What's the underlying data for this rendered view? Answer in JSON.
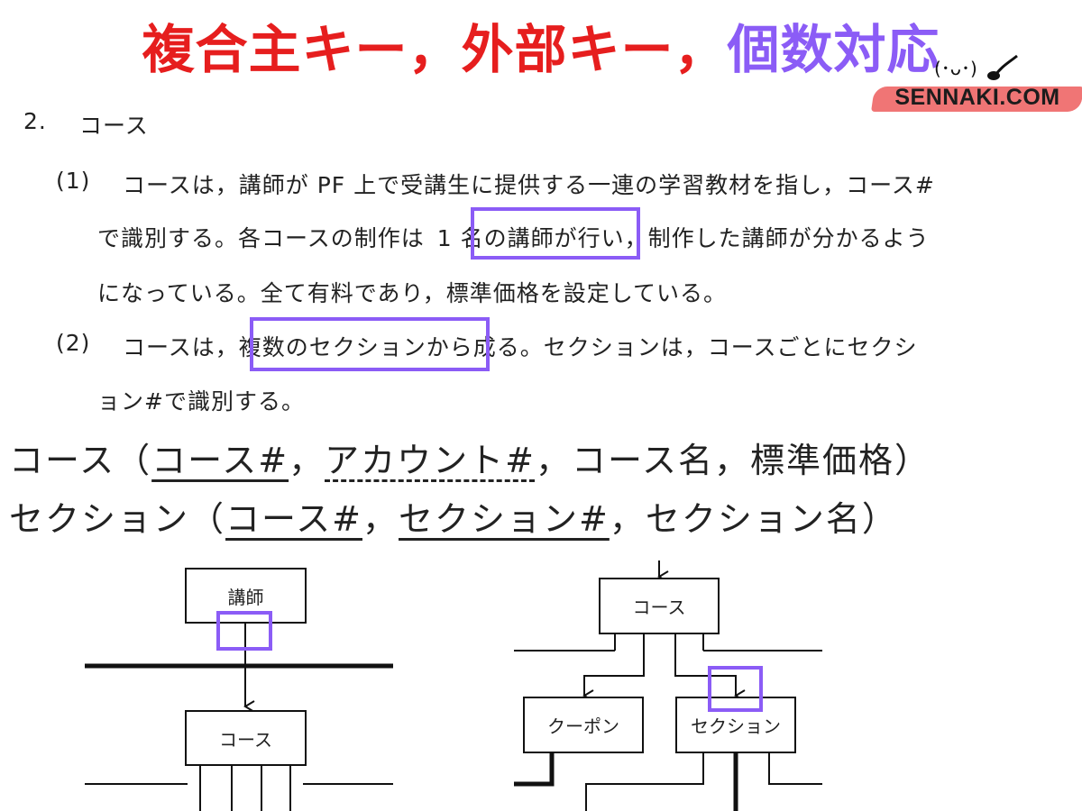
{
  "title": {
    "part1": "複合主キー，外部キー，",
    "part2": "個数対応",
    "colors": {
      "red": "#e61e1e",
      "purple": "#8b5cf6"
    }
  },
  "brand": {
    "label": "SENNAKI.COM",
    "mascot": "(･ᴗ･)"
  },
  "doc": {
    "section_number": "2.",
    "section_title": "コース",
    "para1": {
      "num": "(1)",
      "line1": "コースは，講師が PF 上で受講生に提供する一連の学習教材を指し，コース#",
      "line2a": "で識別する。各コースの制作は",
      "line2b": "1 名の講師",
      "line2c": "が行い，制作した講師が分かるよう",
      "line3": "になっている。全て有料であり，標準価格を設定している。"
    },
    "para2": {
      "num": "(2)",
      "line1a": "コースは，",
      "line1b": "複数のセクション",
      "line1c": "から成る。セクションは，コースごとにセクシ",
      "line2": "ョン#で識別する。"
    }
  },
  "relations": {
    "course": {
      "name": "コース",
      "open": "（",
      "pk": "コース#",
      "sep1": "，",
      "fk": "アカウント#",
      "sep2": "，",
      "rest": "コース名，標準価格）"
    },
    "section": {
      "name": "セクション",
      "open": "（",
      "pk1": "コース#",
      "sep1": "，",
      "pk2": "セクション#",
      "sep2": "，",
      "rest": "セクション名）"
    }
  },
  "diagram": {
    "left": {
      "top_entity": "講師",
      "bottom_entity": "コース"
    },
    "right": {
      "top_entity": "コース",
      "child1": "クーポン",
      "child2": "セクション"
    }
  }
}
